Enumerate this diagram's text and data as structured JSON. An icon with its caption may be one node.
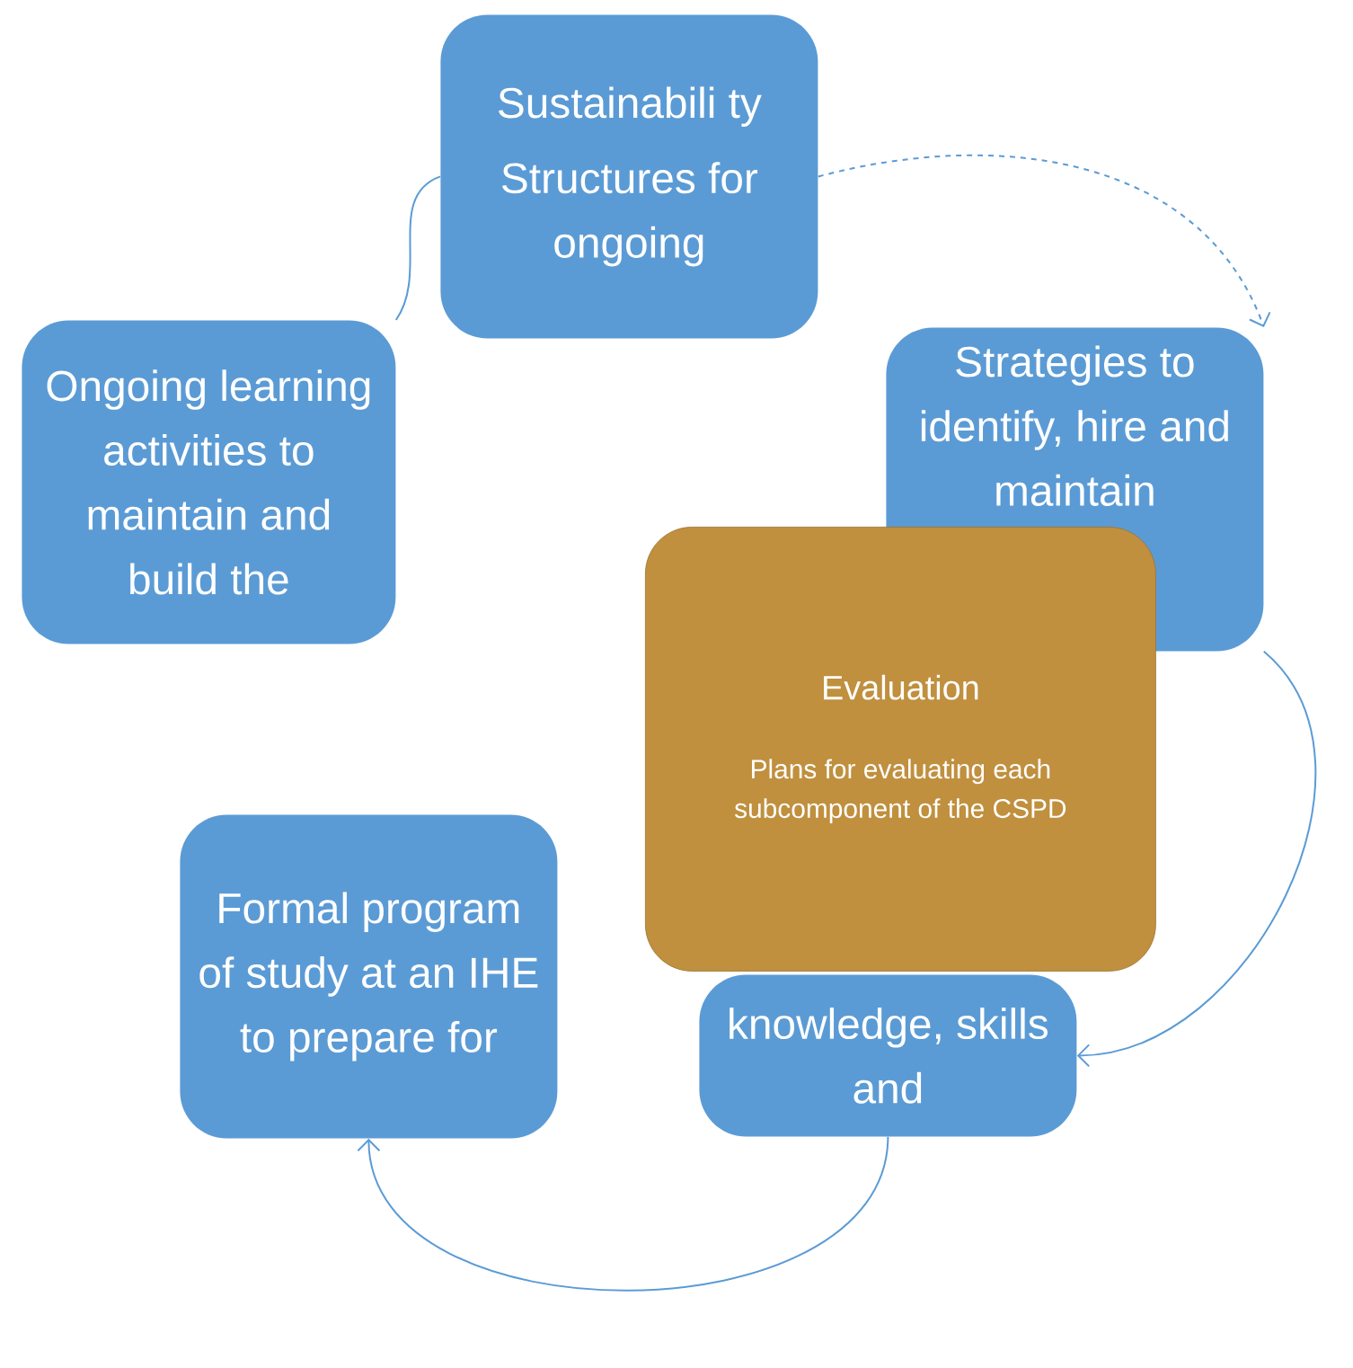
{
  "diagram": {
    "nodes": [
      {
        "text": [
          "Sustainabili ty",
          "Structures for ongoing"
        ]
      },
      {
        "text": [
          "Ongoing learning activities to maintain and build the"
        ]
      },
      {
        "text": [
          "Strategies to identify, hire and maintain"
        ]
      },
      {
        "text": [
          "knowledge, skills and"
        ]
      },
      {
        "text": [
          "Formal program of study at an IHE to prepare for"
        ]
      },
      {
        "text": [
          "Evaluation",
          "Plans for evaluating each subcomponent of the CSPD"
        ]
      }
    ],
    "edges": [
      {
        "from": 1,
        "to": 0,
        "arrow": "none"
      },
      {
        "from": 0,
        "to": 2,
        "arrow": "to",
        "style": "dashed"
      },
      {
        "from": 2,
        "to": 3,
        "arrow": "to"
      },
      {
        "from": 3,
        "to": 4,
        "arrow": "to"
      }
    ]
  }
}
